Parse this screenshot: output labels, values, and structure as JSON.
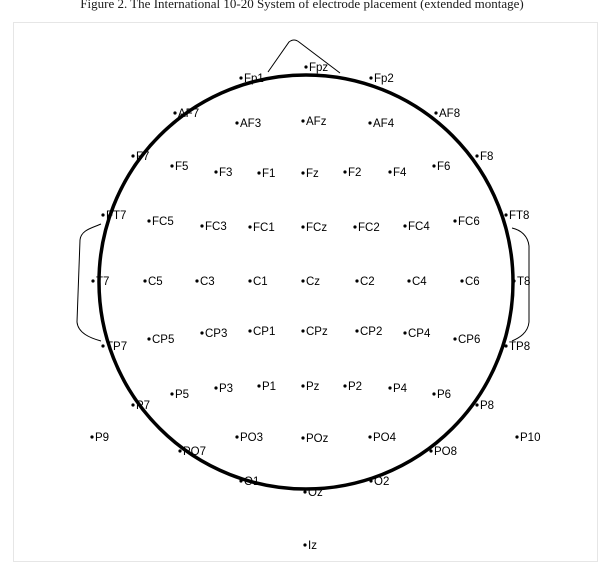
{
  "caption": "Figure 2. The International 10-20 System of electrode placement (extended montage)",
  "colors": {
    "background": "#ffffff",
    "head_outline": "#000000",
    "text": "#000000"
  },
  "electrodes": [
    {
      "label": "Fpz"
    },
    {
      "label": "Fp1"
    },
    {
      "label": "Fp2"
    },
    {
      "label": "AF7"
    },
    {
      "label": "AF3"
    },
    {
      "label": "AFz"
    },
    {
      "label": "AF4"
    },
    {
      "label": "AF8"
    },
    {
      "label": "F7"
    },
    {
      "label": "F5"
    },
    {
      "label": "F3"
    },
    {
      "label": "F1"
    },
    {
      "label": "Fz"
    },
    {
      "label": "F2"
    },
    {
      "label": "F4"
    },
    {
      "label": "F6"
    },
    {
      "label": "F8"
    },
    {
      "label": "FT7"
    },
    {
      "label": "FC5"
    },
    {
      "label": "FC3"
    },
    {
      "label": "FC1"
    },
    {
      "label": "FCz"
    },
    {
      "label": "FC2"
    },
    {
      "label": "FC4"
    },
    {
      "label": "FC6"
    },
    {
      "label": "FT8"
    },
    {
      "label": "T7"
    },
    {
      "label": "C5"
    },
    {
      "label": "C3"
    },
    {
      "label": "C1"
    },
    {
      "label": "Cz"
    },
    {
      "label": "C2"
    },
    {
      "label": "C4"
    },
    {
      "label": "C6"
    },
    {
      "label": "T8"
    },
    {
      "label": "TP7"
    },
    {
      "label": "CP5"
    },
    {
      "label": "CP3"
    },
    {
      "label": "CP1"
    },
    {
      "label": "CPz"
    },
    {
      "label": "CP2"
    },
    {
      "label": "CP4"
    },
    {
      "label": "CP6"
    },
    {
      "label": "TP8"
    },
    {
      "label": "P7"
    },
    {
      "label": "P5"
    },
    {
      "label": "P3"
    },
    {
      "label": "P1"
    },
    {
      "label": "Pz"
    },
    {
      "label": "P2"
    },
    {
      "label": "P4"
    },
    {
      "label": "P6"
    },
    {
      "label": "P8"
    },
    {
      "label": "P9"
    },
    {
      "label": "PO7"
    },
    {
      "label": "PO3"
    },
    {
      "label": "POz"
    },
    {
      "label": "PO4"
    },
    {
      "label": "PO8"
    },
    {
      "label": "P10"
    },
    {
      "label": "O1"
    },
    {
      "label": "Oz"
    },
    {
      "label": "O2"
    },
    {
      "label": "Iz"
    }
  ]
}
